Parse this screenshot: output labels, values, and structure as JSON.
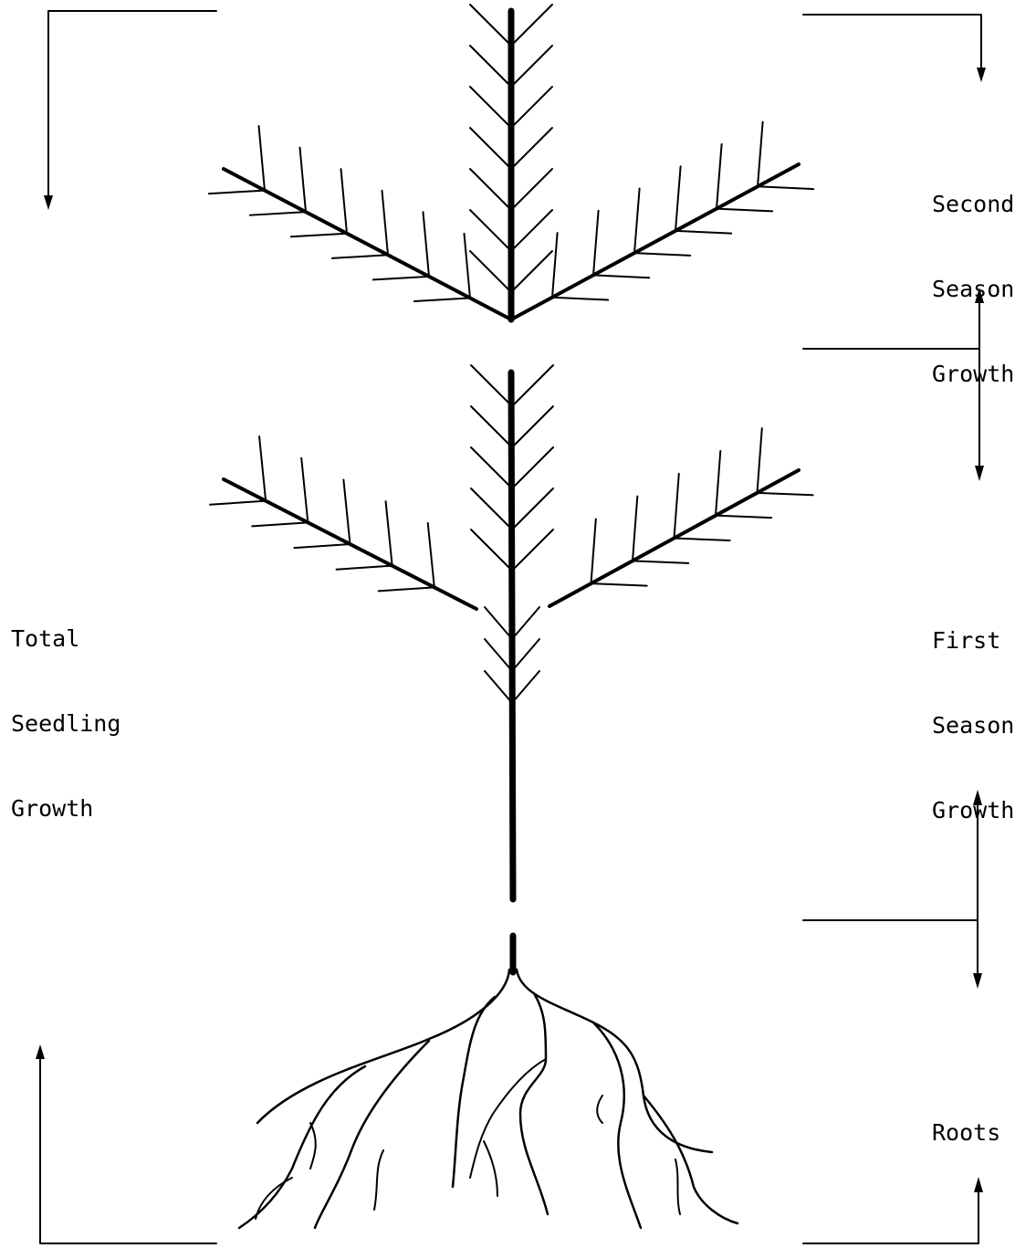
{
  "labels": {
    "total": [
      "Total",
      "Seedling",
      "Growth"
    ],
    "second_season": [
      "Second",
      "Season",
      "Growth"
    ],
    "first_season": [
      "First",
      "Season",
      "Growth"
    ],
    "roots": "Roots"
  }
}
